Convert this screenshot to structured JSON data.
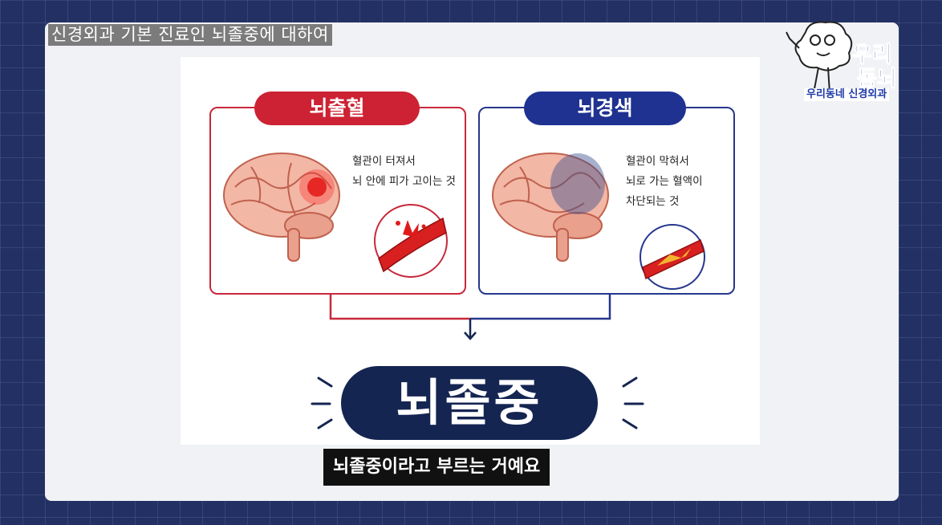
{
  "video": {
    "top_title": "신경외과 기본 진료인 뇌졸중에 대하여",
    "subtitle": "뇌졸중이라고 부르는 거예요"
  },
  "slide": {
    "hemorrhage": {
      "label": "뇌출혈",
      "line1": "혈관이 터져서",
      "line2": "뇌 안에 피가 고이는 것",
      "color": "#cc2233"
    },
    "infarction": {
      "label": "뇌경색",
      "line1": "혈관이 막혀서",
      "line2": "뇌로 가는 혈액이",
      "line3": "차단되는 것",
      "color": "#1f3291"
    },
    "stroke": {
      "label": "뇌졸중",
      "color": "#152552"
    }
  },
  "channel_logo": {
    "line1": "우리",
    "line2": "동뇌",
    "sub": "우리동네 신경외과",
    "color": "#1d3aa6"
  }
}
